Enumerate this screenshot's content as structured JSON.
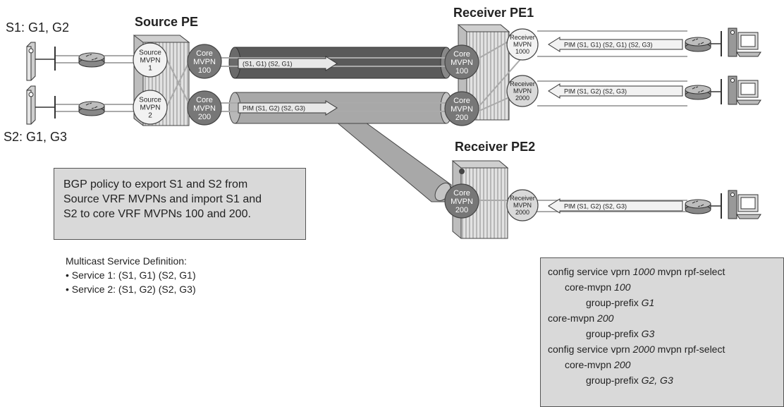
{
  "titles": {
    "source_pe": "Source PE",
    "receiver_pe1": "Receiver PE1",
    "receiver_pe2": "Receiver PE2"
  },
  "sources": {
    "s1": "S1: G1, G2",
    "s2": "S2: G1, G3"
  },
  "nodes": {
    "source_mvpn1": [
      "Source",
      "MVPN",
      "1"
    ],
    "source_mvpn2": [
      "Source",
      "MVPN",
      "2"
    ],
    "core_mvpn100_src": [
      "Core",
      "MVPN",
      "100"
    ],
    "core_mvpn200_src": [
      "Core",
      "MVPN",
      "200"
    ],
    "core_mvpn100_rx1": [
      "Core",
      "MVPN",
      "100"
    ],
    "core_mvpn200_rx1": [
      "Core",
      "MVPN",
      "200"
    ],
    "receiver_mvpn1000": [
      "Receiver",
      "MVPN",
      "1000"
    ],
    "receiver_mvpn2000_rx1": [
      "Receiver",
      "MVPN",
      "2000"
    ],
    "core_mvpn200_rx2": [
      "Core",
      "MVPN",
      "200"
    ],
    "receiver_mvpn2000_rx2": [
      "Receiver",
      "MVPN",
      "2000"
    ]
  },
  "flows": {
    "tunnel_100": "(S1, G1) (S2, G1)",
    "tunnel_200": "PIM (S1, G2) (S2, G3)",
    "pim_rx1_top": "PIM (S1, G1) (S2, G1) (S2, G3)",
    "pim_rx1_bottom": "PIM (S1, G2) (S2, G3)",
    "pim_rx2": "PIM (S1, G2) (S2, G3)"
  },
  "bgp_note": {
    "lines": [
      "BGP policy to export S1 and S2 from",
      "Source VRF MVPNs and import S1 and",
      "S2 to core VRF MVPNs 100 and 200."
    ]
  },
  "service_def": {
    "heading": "Multicast Service Definition:",
    "items": [
      "• Service 1: (S1, G1) (S2, G1)",
      "• Service 2: (S1, G2) (S2, G3)"
    ]
  },
  "config": {
    "l1_a": "config service vprn ",
    "l1_b": "1000",
    "l1_c": " mvpn rpf-select",
    "l2_a": "core-mvpn ",
    "l2_b": "100",
    "l3_a": "group-prefix ",
    "l3_b": "G1",
    "l4_a": "core-mvpn ",
    "l4_b": "200",
    "l5_a": "group-prefix ",
    "l5_b": "G3",
    "l6_a": "config service vprn ",
    "l6_b": "2000",
    "l6_c": " mvpn rpf-select",
    "l7_a": "core-mvpn ",
    "l7_b": "200",
    "l8_a": "group-prefix ",
    "l8_b": "G2, G3"
  },
  "colors": {
    "dark_tunnel": "#5a5a5a",
    "light_tunnel": "#a8a8a8",
    "core_node": "#777777",
    "box_fill": "#d9d9d9"
  }
}
